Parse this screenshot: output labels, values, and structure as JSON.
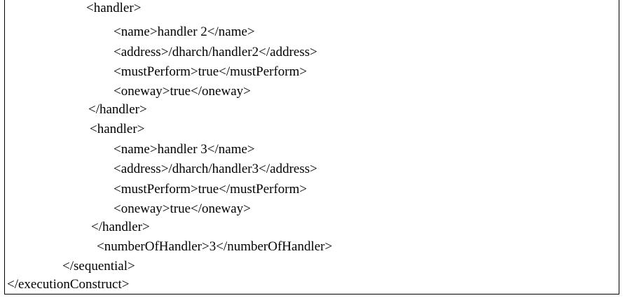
{
  "code_lines": [
    "<handler>",
    "<name>handler 2</name>",
    "<address>/dharch/handler2</address>",
    "<mustPerform>true</mustPerform>",
    "<oneway>true</oneway>",
    "</handler>",
    "<handler>",
    "<name>handler 3</name>",
    "<address>/dharch/handler3</address>",
    "<mustPerform>true</mustPerform>",
    "<oneway>true</oneway>",
    "</handler>",
    "<numberOfHandler>3</numberOfHandler>",
    "</sequential>",
    "</executionConstruct>"
  ]
}
